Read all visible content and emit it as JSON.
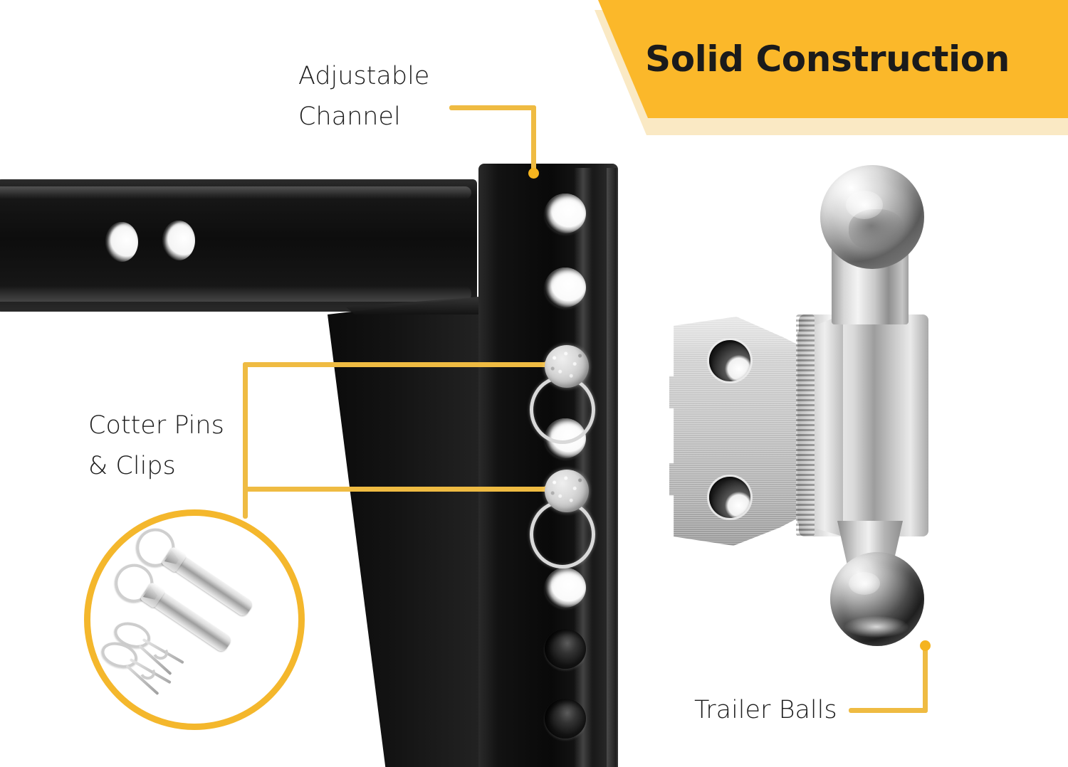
{
  "banner": {
    "title": "Solid Construction",
    "fill_color": "#FBB82A",
    "shadow_color": "#FAE9C4",
    "text_color": "#1b1b1b"
  },
  "callouts": [
    {
      "id": "adjustable-channel",
      "label": "Adjustable\nChannel",
      "line_color": "#EFBB42",
      "dot_color": "#F5B41F",
      "points_to": "top of vertical adjustable drop column"
    },
    {
      "id": "cotter-pins-clips",
      "label": "Cotter Pins\n& Clips",
      "line_color": "#EFBB42",
      "dot_color": "#F5B41F",
      "points_to": "two pin heads with ring clips in the column holes"
    },
    {
      "id": "trailer-balls",
      "label": "Trailer Balls",
      "line_color": "#EFBB42",
      "dot_color": "#F5B41F",
      "points_to": "lower chrome trailer ball"
    }
  ],
  "inset": {
    "id": "cotter-pins-inset",
    "ring_color": "#F4B72C",
    "contents": [
      "hitch-pin-with-ring",
      "hitch-pin-with-ring",
      "r-clip",
      "r-clip"
    ]
  },
  "product": {
    "hitch": {
      "color": "#0d0d0d",
      "shank_holes": 2,
      "column_holes": 8,
      "installed_pins": 2
    },
    "ball_mount": {
      "finish": "chrome",
      "balls": 2,
      "plate_holes": 2
    }
  },
  "background_color": "#ffffff"
}
